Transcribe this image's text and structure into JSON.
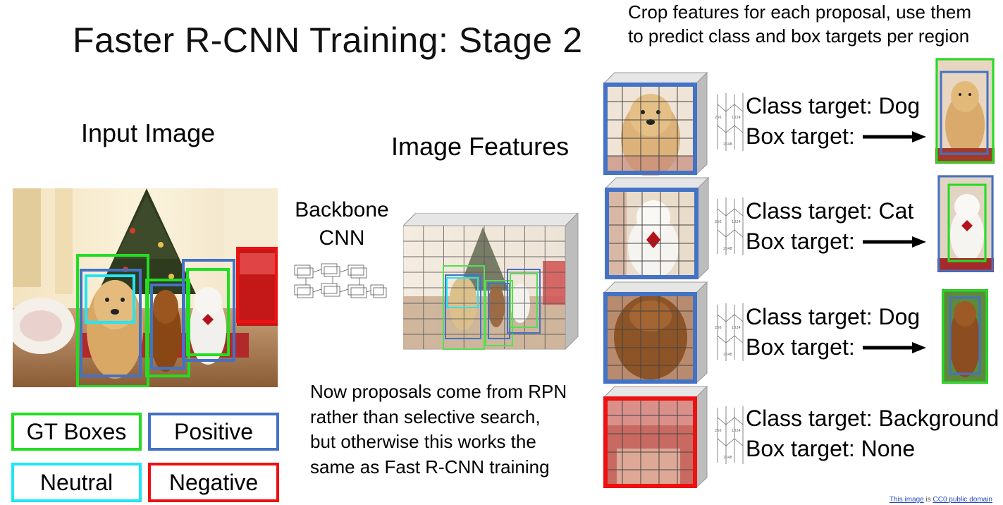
{
  "slide": {
    "title": "Faster R-CNN Training: Stage 2",
    "crop_note_line1": "Crop features for each proposal, use them",
    "crop_note_line2": "to predict class and box targets per region",
    "input_label": "Input Image",
    "features_label": "Image Features",
    "backbone_line1": "Backbone",
    "backbone_line2": "CNN",
    "note_lines": [
      "Now proposals come from RPN",
      "rather than selective search,",
      "but otherwise this works the",
      "same as Fast R-CNN training"
    ],
    "credit_link1": "This image",
    "credit_mid": " is ",
    "credit_link2": "CC0 public domain"
  },
  "legend": [
    {
      "label": "GT Boxes",
      "color": "#22dd22"
    },
    {
      "label": "Positive",
      "color": "#4472c4"
    },
    {
      "label": "Neutral",
      "color": "#22e5f5"
    },
    {
      "label": "Negative",
      "color": "#ee1111"
    }
  ],
  "regions": [
    {
      "class_text": "Class target: Dog",
      "box_text": "Box target:",
      "has_arrow": true,
      "kind": "positive",
      "subject": "golden-dog"
    },
    {
      "class_text": "Class target: Cat",
      "box_text": "Box target:",
      "has_arrow": true,
      "kind": "positive",
      "subject": "white-cat"
    },
    {
      "class_text": "Class target: Dog",
      "box_text": "Box target:",
      "has_arrow": true,
      "kind": "positive",
      "subject": "brown-dog"
    },
    {
      "class_text": "Class target: Background",
      "box_text": "Box target: None",
      "has_arrow": false,
      "kind": "negative",
      "subject": "background"
    }
  ],
  "colors": {
    "gt": "#22dd22",
    "positive": "#4472c4",
    "neutral": "#22e5f5",
    "negative": "#ee1111"
  },
  "mini_net_labels": {
    "a": "256",
    "b": "1024",
    "c": "2048"
  }
}
